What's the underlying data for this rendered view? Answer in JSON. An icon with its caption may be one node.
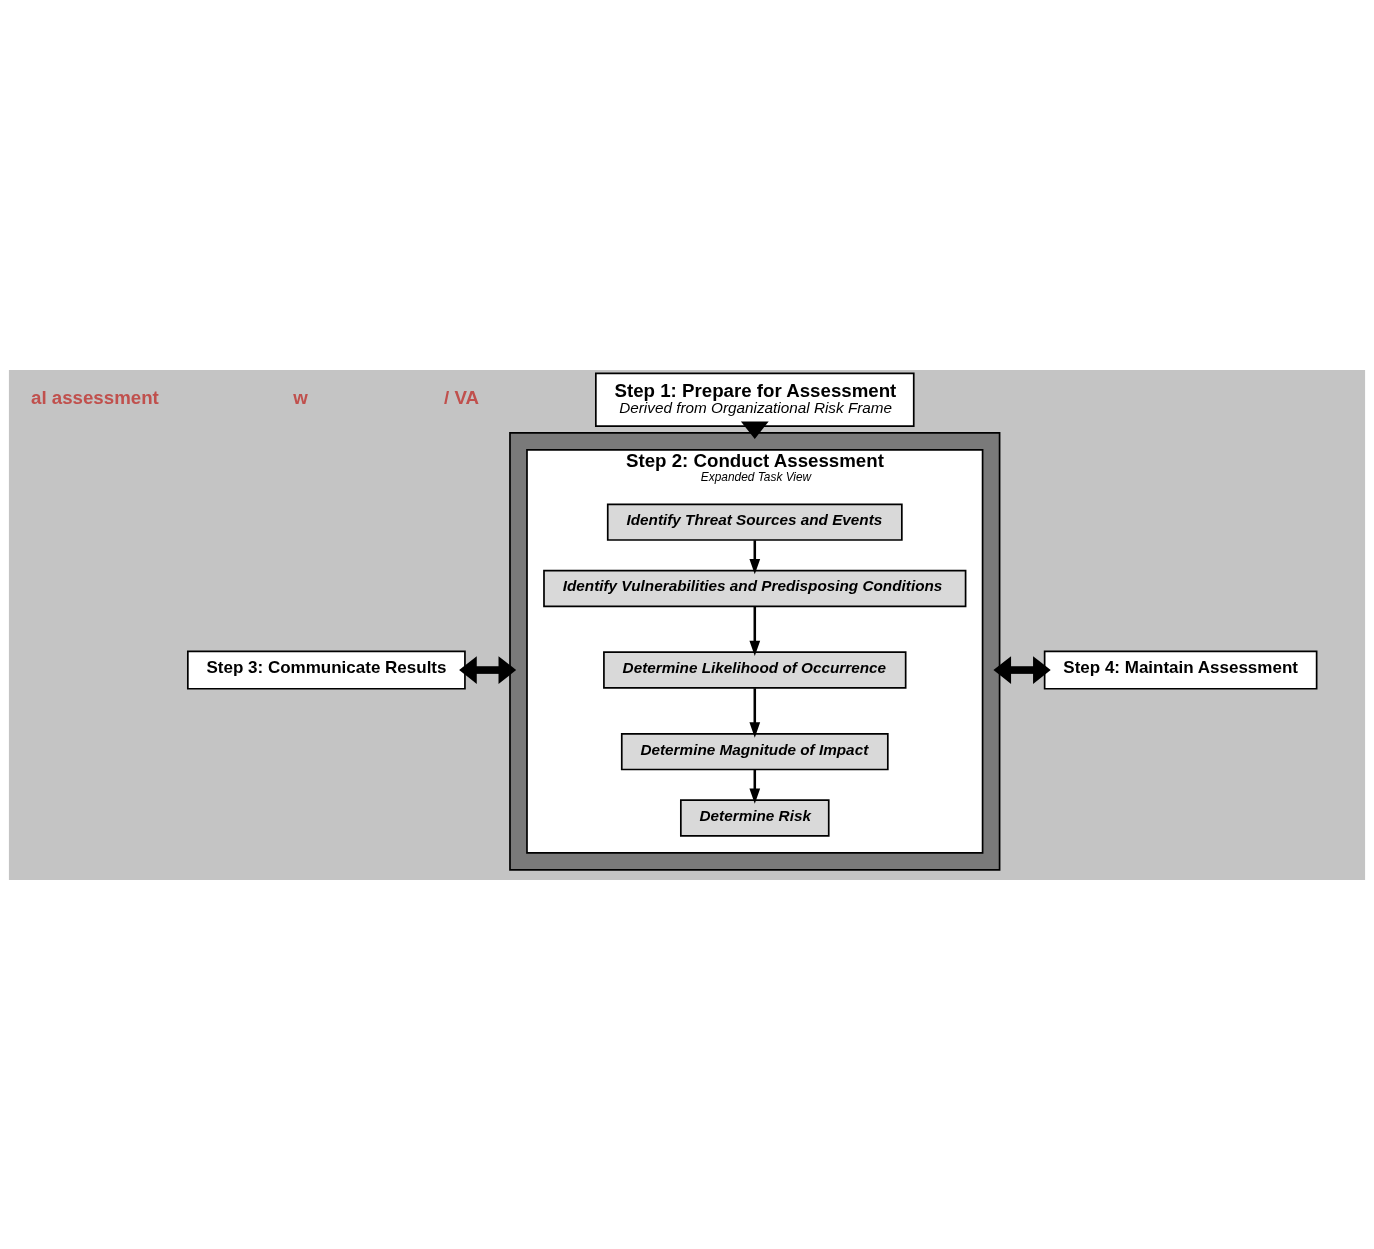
{
  "diagram": {
    "nodes": [
      {
        "text": [
          "Step 1: Prepare for Assessment",
          "Derived from Organizational Risk Frame"
        ]
      },
      {
        "text": [],
        "shape": "box"
      },
      {
        "text": [
          "Step 2: Conduct Assessment",
          "Expanded Task View"
        ],
        "in": 1
      },
      {
        "text": [
          "Identify Threat Sources and Events"
        ],
        "in": 2
      },
      {
        "text": [
          "Identify Vulnerabilities and Predisposing Conditions"
        ],
        "in": 2
      },
      {
        "text": [
          "Determine Likelihood of Occurrence"
        ],
        "in": 2
      },
      {
        "text": [
          "Determine Magnitude of Impact"
        ],
        "in": 2
      },
      {
        "text": [
          "Determine Risk"
        ],
        "in": 2
      },
      {
        "text": [
          "Step 3: Communicate Results"
        ]
      },
      {
        "text": [
          "Step 4: Maintain Assessment"
        ]
      }
    ],
    "edges": [
      {
        "from": 0,
        "to": 1,
        "arrow": "to",
        "style": "thick"
      },
      {
        "from": 8,
        "to": 1,
        "arrow": "both",
        "style": "thick"
      },
      {
        "from": 1,
        "to": 9,
        "arrow": "both",
        "style": "thick"
      },
      {
        "from": 3,
        "to": 4,
        "arrow": "to"
      },
      {
        "from": 4,
        "to": 5,
        "arrow": "to"
      },
      {
        "from": 5,
        "to": 6,
        "arrow": "to"
      },
      {
        "from": 6,
        "to": 7,
        "arrow": "to"
      }
    ],
    "labels": [
      "al assessment",
      "w",
      "/ VA"
    ]
  }
}
